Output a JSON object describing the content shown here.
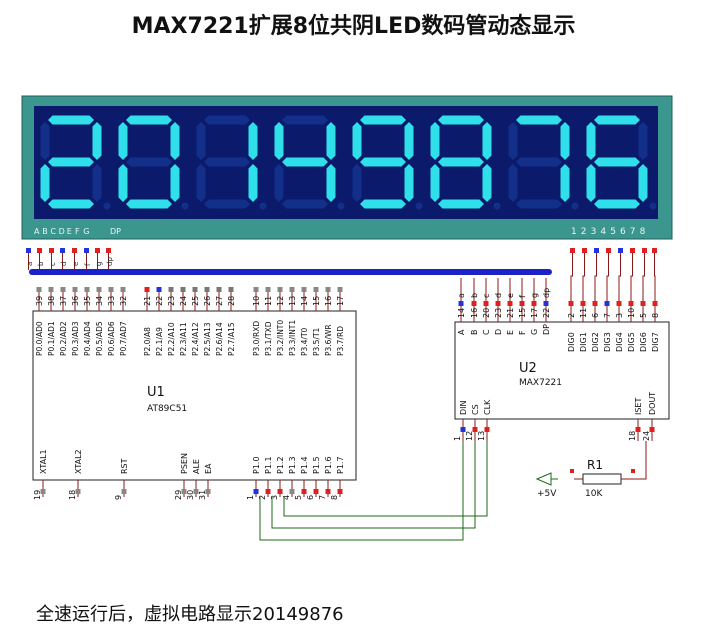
{
  "title": "MAX7221扩展8位共阴LED数码管动态显示",
  "caption": "全速运行后，虚拟电路显示20149876",
  "display": {
    "digits": [
      "2",
      "0",
      "1",
      "4",
      "9",
      "8",
      "7",
      "6"
    ],
    "seg_pin_labels": [
      "A",
      "B",
      "C",
      "D",
      "E",
      "F",
      "G",
      "DP"
    ],
    "dig_pin_labels": [
      "1",
      "2",
      "3",
      "4",
      "5",
      "6",
      "7",
      "8"
    ],
    "seg_wire_labels": [
      "a",
      "b",
      "c",
      "d",
      "e",
      "f",
      "g",
      "dp"
    ],
    "colors": {
      "frame": "#3c9690",
      "panel": "#0b1a6b",
      "seg_on": "#2fe0ea",
      "seg_off": "#12308a"
    }
  },
  "u1": {
    "ref": "U1",
    "part": "AT89C51",
    "p0_pins": [
      {
        "num": "39",
        "name": "P0.0/AD0"
      },
      {
        "num": "38",
        "name": "P0.1/AD1"
      },
      {
        "num": "37",
        "name": "P0.2/AD2"
      },
      {
        "num": "36",
        "name": "P0.3/AD3"
      },
      {
        "num": "35",
        "name": "P0.4/AD4"
      },
      {
        "num": "34",
        "name": "P0.5/AD5"
      },
      {
        "num": "33",
        "name": "P0.6/AD6"
      },
      {
        "num": "32",
        "name": "P0.7/AD7"
      }
    ],
    "p2_pins": [
      {
        "num": "21",
        "name": "P2.0/A8"
      },
      {
        "num": "22",
        "name": "P2.1/A9"
      },
      {
        "num": "23",
        "name": "P2.2/A10"
      },
      {
        "num": "24",
        "name": "P2.3/A11"
      },
      {
        "num": "25",
        "name": "P2.4/A12"
      },
      {
        "num": "26",
        "name": "P2.5/A13"
      },
      {
        "num": "27",
        "name": "P2.6/A14"
      },
      {
        "num": "28",
        "name": "P2.7/A15"
      }
    ],
    "p3_pins": [
      {
        "num": "10",
        "name": "P3.0/RXD"
      },
      {
        "num": "11",
        "name": "P3.1/TXD"
      },
      {
        "num": "12",
        "name": "P3.2/INT0"
      },
      {
        "num": "13",
        "name": "P3.3/INT1"
      },
      {
        "num": "14",
        "name": "P3.4/T0"
      },
      {
        "num": "15",
        "name": "P3.5/T1"
      },
      {
        "num": "16",
        "name": "P3.6/WR"
      },
      {
        "num": "17",
        "name": "P3.7/RD"
      }
    ],
    "bottom_misc": [
      {
        "num": "19",
        "name": "XTAL1"
      },
      {
        "num": "18",
        "name": "XTAL2"
      },
      {
        "num": "9",
        "name": "RST"
      },
      {
        "num": "29",
        "name": "PSEN"
      },
      {
        "num": "30",
        "name": "ALE"
      },
      {
        "num": "31",
        "name": "EA"
      }
    ],
    "p1_pins": [
      {
        "num": "1",
        "name": "P1.0"
      },
      {
        "num": "2",
        "name": "P1.1"
      },
      {
        "num": "3",
        "name": "P1.2"
      },
      {
        "num": "4",
        "name": "P1.3"
      },
      {
        "num": "5",
        "name": "P1.4"
      },
      {
        "num": "6",
        "name": "P1.5"
      },
      {
        "num": "7",
        "name": "P1.6"
      },
      {
        "num": "8",
        "name": "P1.7"
      }
    ]
  },
  "u2": {
    "ref": "U2",
    "part": "MAX7221",
    "seg_pins": [
      {
        "num": "14",
        "name": "A"
      },
      {
        "num": "16",
        "name": "B"
      },
      {
        "num": "20",
        "name": "C"
      },
      {
        "num": "23",
        "name": "D"
      },
      {
        "num": "21",
        "name": "E"
      },
      {
        "num": "15",
        "name": "F"
      },
      {
        "num": "17",
        "name": "G"
      },
      {
        "num": "22",
        "name": "DP"
      }
    ],
    "seg_wire_labels": [
      "a",
      "b",
      "c",
      "d",
      "e",
      "f",
      "g",
      "dp"
    ],
    "dig_pins": [
      {
        "num": "2",
        "name": "DIG0"
      },
      {
        "num": "11",
        "name": "DIG1"
      },
      {
        "num": "6",
        "name": "DIG2"
      },
      {
        "num": "7",
        "name": "DIG3"
      },
      {
        "num": "3",
        "name": "DIG4"
      },
      {
        "num": "10",
        "name": "DIG5"
      },
      {
        "num": "5",
        "name": "DIG6"
      },
      {
        "num": "8",
        "name": "DIG7"
      }
    ],
    "left_bottom": [
      {
        "num": "1",
        "name": "DIN"
      },
      {
        "num": "12",
        "name": "CS"
      },
      {
        "num": "13",
        "name": "CLK"
      }
    ],
    "right_bottom": [
      {
        "num": "18",
        "name": "ISET"
      },
      {
        "num": "24",
        "name": "DOUT"
      }
    ]
  },
  "r1": {
    "ref": "R1",
    "value": "10K"
  },
  "supply": {
    "label": "+5V"
  }
}
